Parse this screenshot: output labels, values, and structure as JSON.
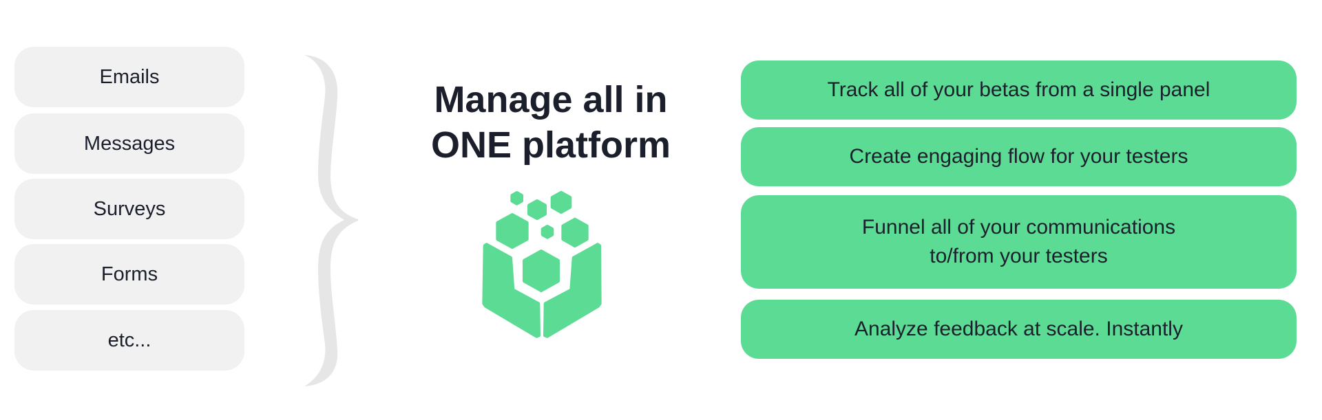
{
  "left_items": [
    {
      "label": "Emails"
    },
    {
      "label": "Messages"
    },
    {
      "label": "Surveys"
    },
    {
      "label": "Forms"
    },
    {
      "label": "etc..."
    }
  ],
  "title": {
    "line1": "Manage all in",
    "line2": "ONE platform"
  },
  "right_items": [
    {
      "line1": "Track all of your betas from a single panel"
    },
    {
      "line1": "Create engaging flow for your testers"
    },
    {
      "line1": "Funnel all of your communications",
      "line2": "to/from your testers"
    },
    {
      "line1": "Analyze feedback at scale. Instantly"
    }
  ],
  "colors": {
    "accent": "#5cdb95",
    "box_gray": "#f1f1f1",
    "brace": "#e6e6e6",
    "text": "#1b1f2b"
  }
}
